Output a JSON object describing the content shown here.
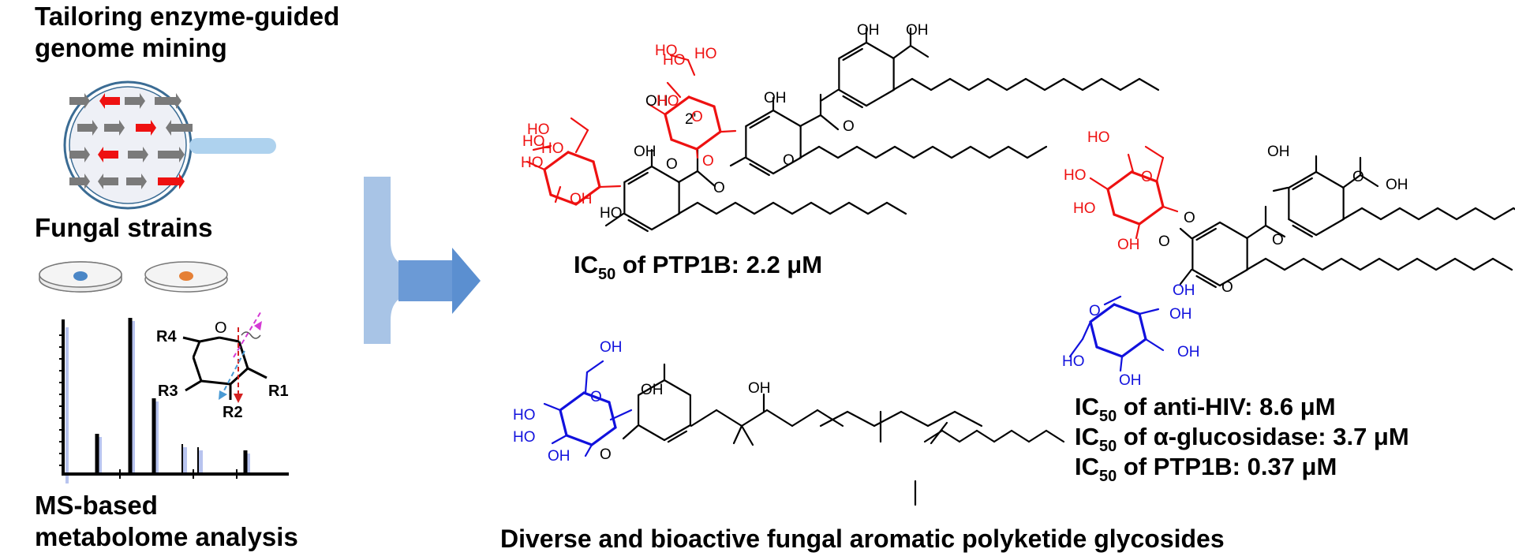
{
  "left_panel": {
    "title_line1": "Tailoring enzyme-guided",
    "title_line2": "genome mining",
    "strains_label": "Fungal strains",
    "ms_label_line1": "MS-based",
    "ms_label_line2": "metabolome analysis",
    "sugar_labels": {
      "r1": "R1",
      "r2": "R2",
      "r3": "R3",
      "r4": "R4",
      "o": "O"
    }
  },
  "compound1": {
    "ic_prefix": "IC",
    "ic_sub": "50",
    "ic_text": " of PTP1B: 2.2 μM",
    "atom_labels": [
      "HO",
      "HO",
      "HO",
      "HO",
      "OH",
      "OH",
      "HO",
      "O",
      "O",
      "O",
      "OH",
      "O",
      "O",
      "O",
      "2'",
      "HO",
      "OH",
      "OH",
      "O",
      "O",
      "OH",
      "O"
    ]
  },
  "compound2": {
    "ic_lines": [
      {
        "prefix": "IC",
        "sub": "50",
        "text": " of anti-HIV: 8.6 μM"
      },
      {
        "prefix": "IC",
        "sub": "50",
        "text": " of α-glucosidase: 3.7 μM"
      },
      {
        "prefix": "IC",
        "sub": "50",
        "text": " of PTP1B: 0.37 μM"
      }
    ],
    "atom_labels": [
      "HO",
      "O",
      "HO",
      "HO",
      "OH",
      "O",
      "O",
      "O",
      "OH",
      "OH",
      "OH",
      "OH",
      "O",
      "OH",
      "O",
      "OH",
      "O",
      "O"
    ]
  },
  "compound3": {
    "atom_labels": [
      "OH",
      "HO",
      "O",
      "HO",
      "OH",
      "OH",
      "O",
      "O",
      "OH"
    ]
  },
  "footer": {
    "caption": "Diverse and bioactive fungal aromatic polyketide glycosides"
  },
  "colors": {
    "highlight_red": "#ee1111",
    "highlight_blue": "#1111dd",
    "arrow_blue": "#5b8fd0",
    "gene_gray": "#7a7a7a",
    "ms_bar_shadow": "#b8c4ef",
    "lens_blue": "#3b6c94"
  }
}
